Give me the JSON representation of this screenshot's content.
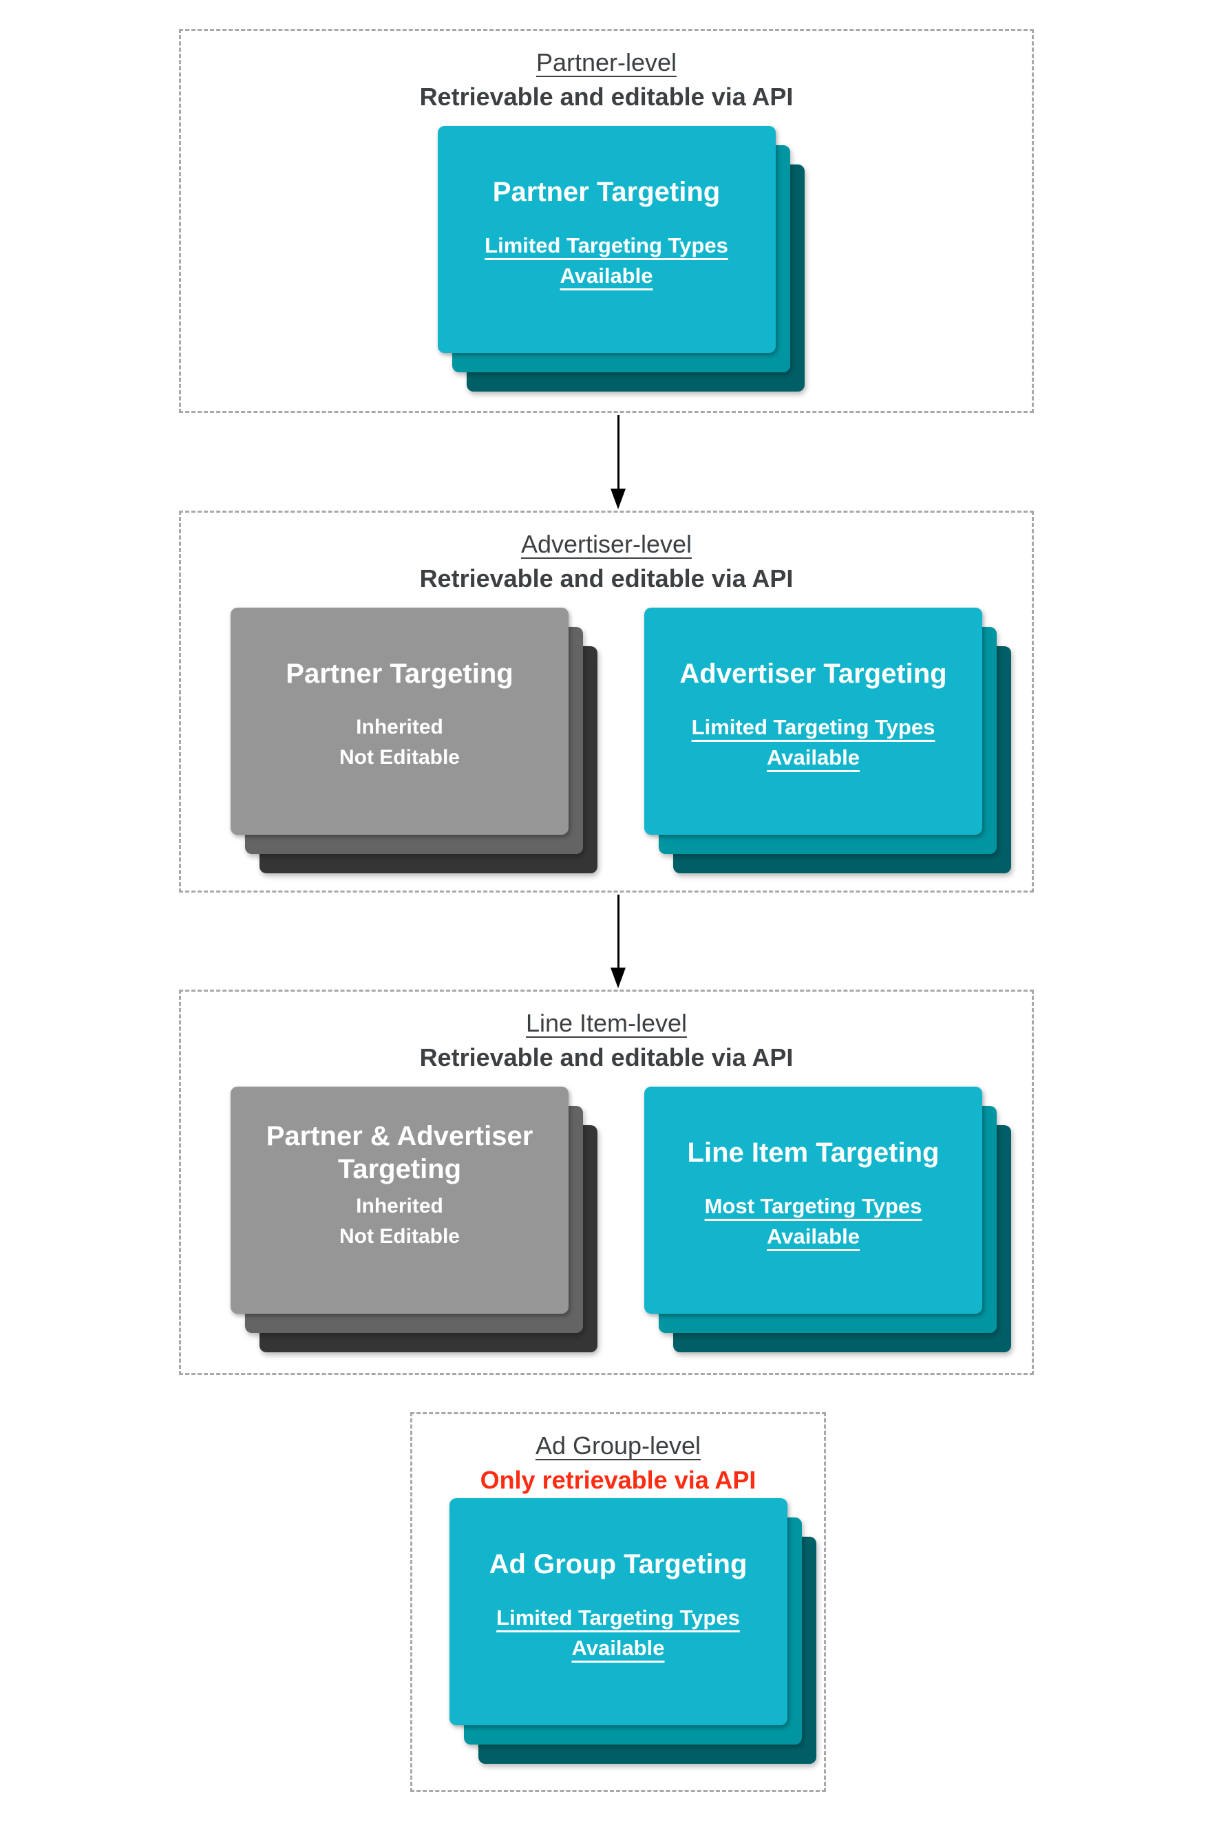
{
  "colors": {
    "teal-front": "#12b5cb",
    "teal-mid": "#0095a1",
    "teal-back": "#005f66",
    "gray-front": "#969696",
    "gray-mid": "#646464",
    "gray-back": "#353535",
    "heading": "#3c4043",
    "red-accent": "#fe2c12",
    "dashed-border": "#a8a8a8",
    "arrow": "#000000",
    "card-text": "#ffffff",
    "background": "#ffffff"
  },
  "sections": [
    {
      "title": "Partner-level",
      "subtitle": "Retrievable and editable via API",
      "subtitle_color": "#3c4043",
      "cards": [
        {
          "variant": "teal",
          "title": "Partner Targeting",
          "subtitle": "Limited Targeting Types\nAvailable",
          "subtitle_underlined": true
        }
      ]
    },
    {
      "title": "Advertiser-level",
      "subtitle": "Retrievable and editable via API",
      "subtitle_color": "#3c4043",
      "cards": [
        {
          "variant": "gray",
          "title": "Partner Targeting",
          "subtitle": "Inherited\nNot Editable",
          "subtitle_underlined": false
        },
        {
          "variant": "teal",
          "title": "Advertiser Targeting",
          "subtitle": "Limited Targeting Types\nAvailable",
          "subtitle_underlined": true
        }
      ]
    },
    {
      "title": "Line Item-level",
      "subtitle": "Retrievable and editable via API",
      "subtitle_color": "#3c4043",
      "cards": [
        {
          "variant": "gray",
          "title": "Partner & Advertiser\nTargeting",
          "subtitle": "Inherited\nNot Editable",
          "subtitle_underlined": false
        },
        {
          "variant": "teal",
          "title": "Line Item Targeting",
          "subtitle": "Most Targeting Types\nAvailable",
          "subtitle_underlined": true
        }
      ]
    },
    {
      "title": "Ad Group-level",
      "subtitle": "Only retrievable via API",
      "subtitle_color": "#fe2c12",
      "cards": [
        {
          "variant": "teal",
          "title": "Ad Group Targeting",
          "subtitle": "Limited Targeting Types\nAvailable",
          "subtitle_underlined": true
        }
      ]
    }
  ]
}
